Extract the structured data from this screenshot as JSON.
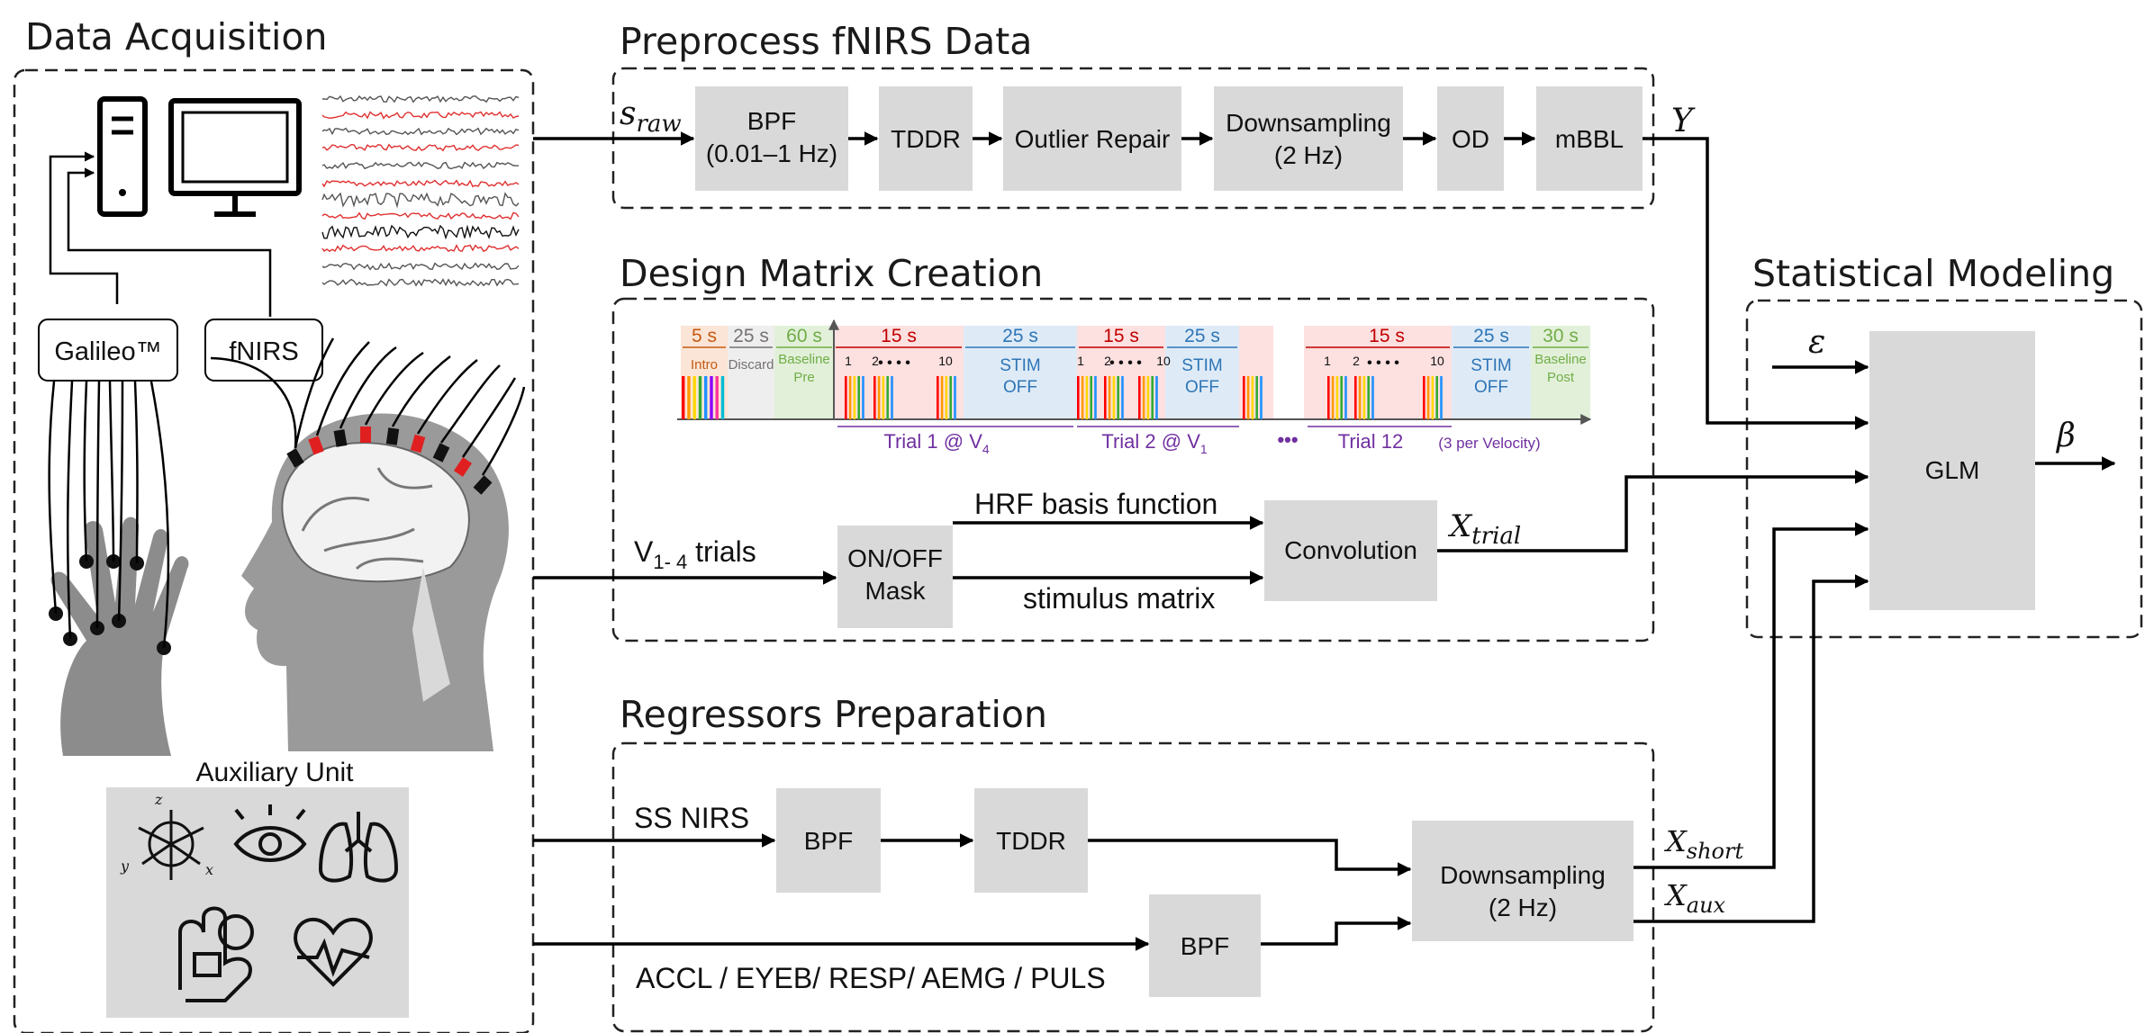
{
  "sections": {
    "acq": "Data Acquisition",
    "pre": "Preprocess fNIRS Data",
    "dm": "Design Matrix Creation",
    "reg": "Regressors Preparation",
    "stat": "Statistical Modeling"
  },
  "devices": {
    "galileo": "Galileo™",
    "fnirs": "fNIRS",
    "aux": "Auxiliary Unit"
  },
  "preprocess": {
    "input": "s",
    "input_sub": "raw",
    "bpf1": "BPF",
    "bpf2": "(0.01–1 Hz)",
    "tddr": "TDDR",
    "outlier": "Outlier Repair",
    "ds1": "Downsampling",
    "ds2": "(2 Hz)",
    "od": "OD",
    "mbbl": "mBBL",
    "output": "Y"
  },
  "timeline": {
    "durations": [
      "5 s",
      "25 s",
      "60 s",
      "15 s",
      "25 s",
      "15 s",
      "25 s",
      "15 s",
      "25 s",
      "30 s"
    ],
    "phases": [
      "Intro",
      "Discard",
      "Baseline",
      "Pre",
      "STIM",
      "OFF",
      "Baseline",
      "Post"
    ],
    "sub": [
      "1",
      "2",
      "10"
    ],
    "trial1": "Trial 1 @ V",
    "trial1_sub": "4",
    "trial2": "Trial 2 @ V",
    "trial2_sub": "1",
    "trial12": "Trial 12",
    "per_velocity": "(3 per Velocity)",
    "dots": "•••",
    "small_dots": "• • • •"
  },
  "design": {
    "trials_label": "V",
    "trials_sub": "1- 4",
    "trials_tail": " trials",
    "mask1": "ON/OFF",
    "mask2": "Mask",
    "hrf": "HRF basis function",
    "stim": "stimulus matrix",
    "conv": "Convolution",
    "out": "X",
    "out_sub": "trial"
  },
  "regressors": {
    "ss": "SS NIRS",
    "bpf": "BPF",
    "tddr": "TDDR",
    "aux": "ACCL / EYEB/ RESP/ AEMG / PULS",
    "bpf2": "BPF",
    "ds1": "Downsampling",
    "ds2": "(2 Hz)",
    "out1": "X",
    "out1_sub": "short",
    "out2": "X",
    "out2_sub": "aux"
  },
  "stat": {
    "eps": "ε",
    "glm": "GLM",
    "beta": "β"
  },
  "icons": [
    "computer-tower-icon",
    "monitor-icon",
    "glove-hand-icon",
    "head-brain-icon",
    "accelerometer-axes-icon",
    "eye-icon",
    "lungs-icon",
    "emg-arm-icon",
    "heart-pulse-icon"
  ],
  "colors": {
    "block": "#d9d9d9",
    "signal_red": "#e03030",
    "timeline_intro": "#c55a11",
    "timeline_discard": "#767171",
    "timeline_baseline": "#70ad47",
    "timeline_stim": "#c00000",
    "timeline_off": "#2e75b6",
    "timeline_trial": "#7030a0"
  }
}
